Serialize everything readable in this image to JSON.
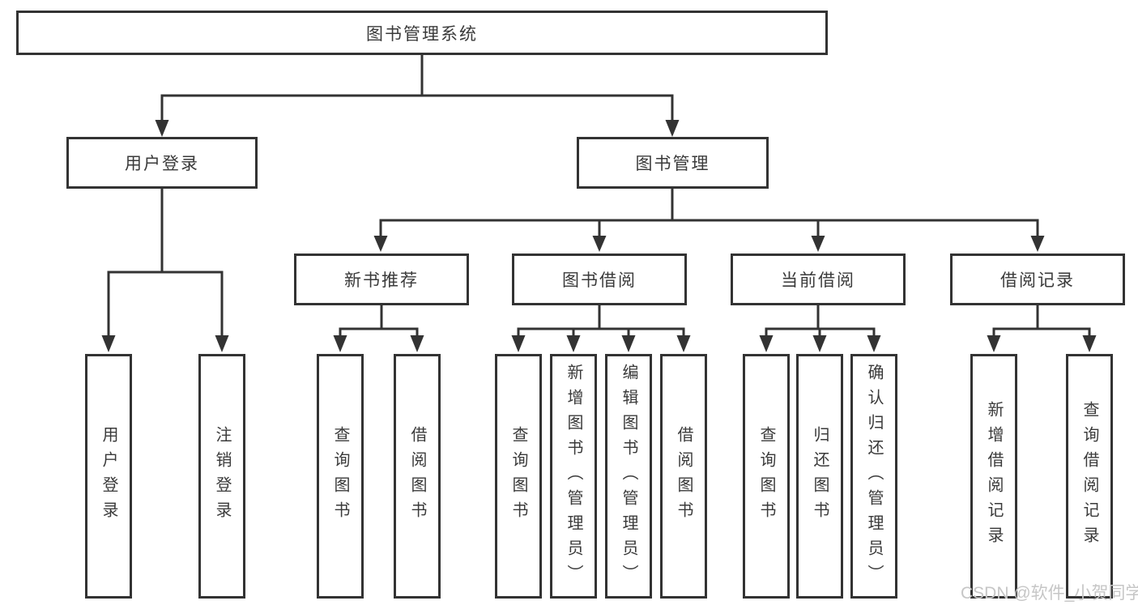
{
  "diagram": {
    "root": {
      "label": "图书管理系统"
    },
    "branches": [
      {
        "label": "用户登录",
        "children": [
          {
            "label": "用户登录"
          },
          {
            "label": "注销登录"
          }
        ]
      },
      {
        "label": "图书管理",
        "groups": [
          {
            "label": "新书推荐",
            "children": [
              {
                "label": "查询图书"
              },
              {
                "label": "借阅图书"
              }
            ]
          },
          {
            "label": "图书借阅",
            "children": [
              {
                "label": "查询图书"
              },
              {
                "label": "新增图书（管理员）"
              },
              {
                "label": "编辑图书（管理员）"
              },
              {
                "label": "借阅图书"
              }
            ]
          },
          {
            "label": "当前借阅",
            "children": [
              {
                "label": "查询图书"
              },
              {
                "label": "归还图书"
              },
              {
                "label": "确认归还（管理员）"
              }
            ]
          },
          {
            "label": "借阅记录",
            "children": [
              {
                "label": "新增借阅记录"
              },
              {
                "label": "查询借阅记录"
              }
            ]
          }
        ]
      }
    ]
  },
  "watermark": {
    "text": "CSDN @软件_小贺同学"
  },
  "colors": {
    "line": "#333333",
    "border": "#333333",
    "text": "#3a3a3a",
    "watermark": "#c6c6c6",
    "background": "#ffffff"
  }
}
